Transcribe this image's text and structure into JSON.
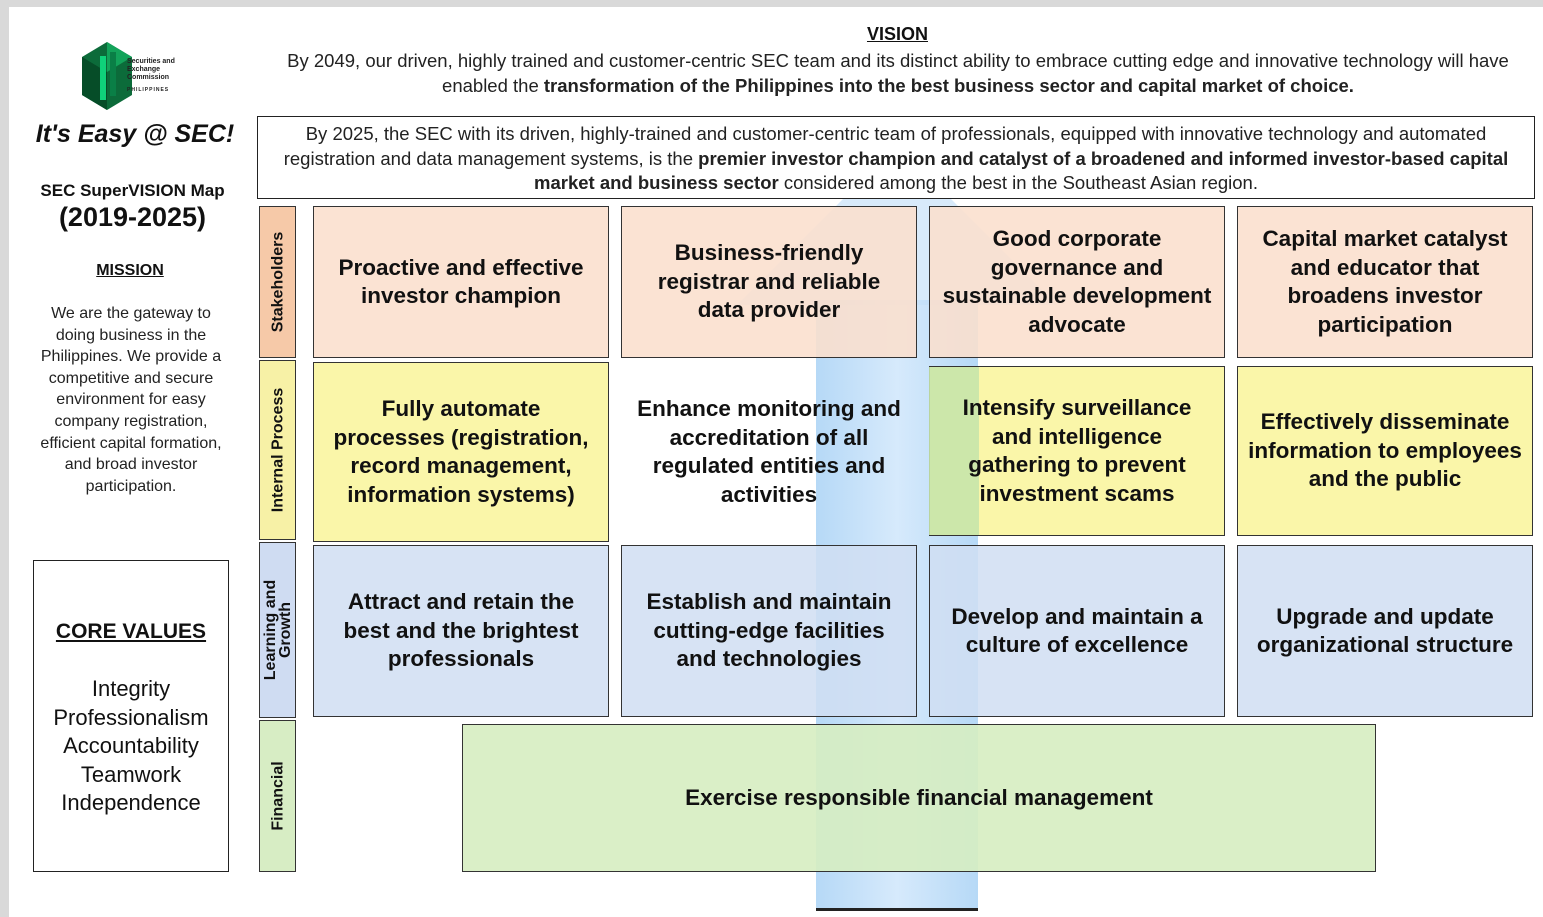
{
  "logo": {
    "name": "Securities and Exchange Commission",
    "sub": "PHILIPPINES",
    "icon": "sec-logo-icon"
  },
  "tagline": "It's Easy @ SEC!",
  "map_title": "SEC SuperVISION Map",
  "map_years": "(2019-2025)",
  "mission": {
    "heading": "MISSION",
    "text": "We are the gateway to doing business in the Philippines. We provide a competitive and secure environment for easy company registration, efficient capital formation, and broad investor participation."
  },
  "core_values": {
    "heading": "CORE VALUES",
    "items": [
      "Integrity",
      "Professionalism",
      "Accountability",
      "Teamwork",
      "Independence"
    ]
  },
  "vision": {
    "heading": "VISION",
    "text_plain": "By 2049, our driven, highly trained and customer-centric SEC team and its distinct ability to embrace cutting edge and innovative technology will have enabled the ",
    "text_bold": "transformation of the Philippines into the best business sector and capital market of choice."
  },
  "goal_2025": {
    "text_plain_1": "By 2025, the SEC with its driven, highly-trained and customer-centric team of professionals, equipped with innovative technology and automated registration and data management systems, is the ",
    "text_bold": "premier investor champion and catalyst of a broadened and informed investor-based capital market and business sector",
    "text_plain_2": " considered among the best in the Southeast Asian region."
  },
  "perspectives": {
    "stakeholders": "Stakeholders",
    "internal_process": "Internal Process",
    "learning_growth_1": "Learning and",
    "learning_growth_2": "Growth",
    "financial": "Financial"
  },
  "objectives": {
    "stakeholders": [
      "Proactive and effective investor champion",
      "Business-friendly registrar and reliable data provider",
      "Good corporate governance and sustainable development advocate",
      "Capital market catalyst and educator that broadens investor participation"
    ],
    "internal_process": [
      "Fully automate processes (registration, record management, information systems)",
      "Enhance monitoring and accreditation of all regulated entities and activities",
      "Intensify surveillance and intelligence gathering to prevent investment scams",
      "Effectively disseminate information to employees and the public"
    ],
    "learning_growth": [
      "Attract and retain the best and the brightest professionals",
      "Establish and maintain cutting-edge facilities and technologies",
      "Develop and maintain a culture of excellence",
      "Upgrade and update organizational structure"
    ],
    "financial": "Exercise responsible financial management"
  }
}
